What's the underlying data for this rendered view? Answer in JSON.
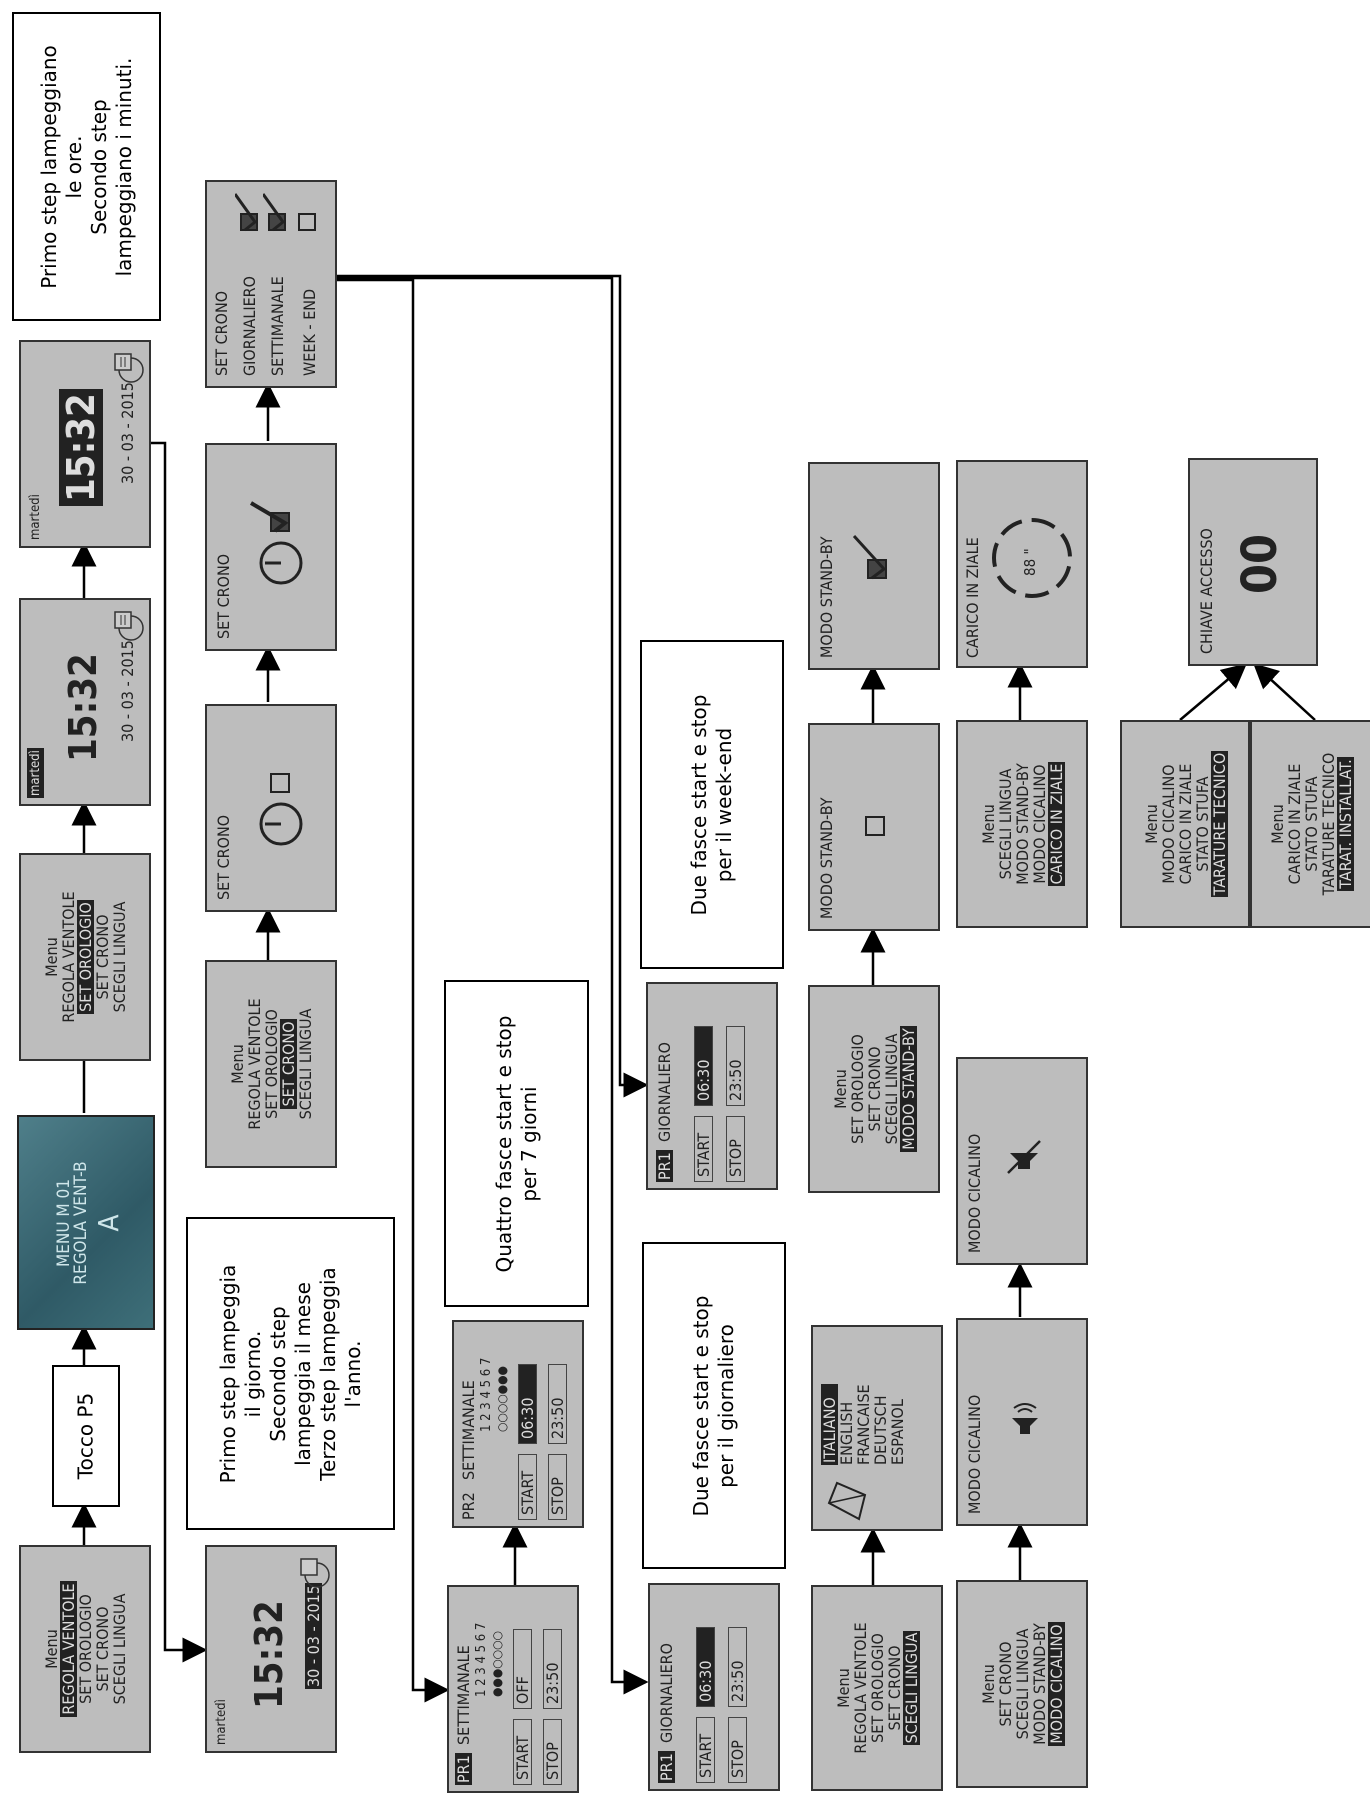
{
  "menu_title": "Menu",
  "items": {
    "regola_ventole": "REGOLA VENTOLE",
    "set_orologio": "SET OROLOGIO",
    "set_crono": "SET CRONO",
    "scegli_lingua": "SCEGLI LINGUA",
    "modo_standby": "MODO STAND-BY",
    "modo_cicalino": "MODO CICALINO",
    "carico_iniziale": "CARICO IN ZIALE",
    "stato_stufa": "STATO STUFA",
    "tarature_tecnico": "TARATURE TECNICO",
    "tarat_installat": "TARAT. INSTALLAT."
  },
  "tocco": "Tocco P5",
  "photo": {
    "line1": "MENU M   01",
    "line2": "REGOLA VENT-B",
    "letter": "A"
  },
  "clock": {
    "day": "martedì",
    "time": "15:32",
    "date": "30 - 03 - 2015"
  },
  "notes": {
    "ore_minuti": [
      "Primo step lampeggiano",
      "le ore.",
      "Secondo step",
      "lampeggiano i minuti."
    ],
    "giorno_mese_anno": [
      "Primo step lampeggia",
      "il giorno.",
      "Secondo step",
      "lampeggia il mese",
      "Terzo step lampeggia",
      "l'anno."
    ],
    "quattro_fasce": [
      "Quattro fasce start e stop",
      "per 7 giorni"
    ],
    "due_fasce_weekend": [
      "Due fasce start e stop",
      "per il week-end"
    ],
    "due_fasce_giornaliero": [
      "Due fasce start e stop",
      "per il giornaliero"
    ]
  },
  "set_crono_screen": {
    "title": "SET CRONO",
    "giornaliero": "GIORNALIERO",
    "settimanale": "SETTIMANALE",
    "week_end": "WEEK - END"
  },
  "prog": {
    "pr1": "PR1",
    "pr2": "PR2",
    "giornaliero": "GIORNALIERO",
    "settimanale": "SETTIMANALE",
    "days": "1 2 3 4 5 6 7",
    "dots_a": "●●●○○○○",
    "dots_b": "○○○○●●●",
    "start": "START",
    "stop": "STOP",
    "off": "OFF",
    "t0630": "06:30",
    "t2350": "23:50"
  },
  "languages": [
    "ITALIANO",
    "ENGLISH",
    "FRANCAISE",
    "DEUTSCH",
    "ESPANOL"
  ],
  "standby_title": "MODO STAND-BY",
  "cicalino_title": "MODO CICALINO",
  "carico_title": "CARICO IN ZIALE",
  "carico_value": "88 \"",
  "chiave": {
    "title": "CHIAVE ACCESSO",
    "value": "00"
  }
}
